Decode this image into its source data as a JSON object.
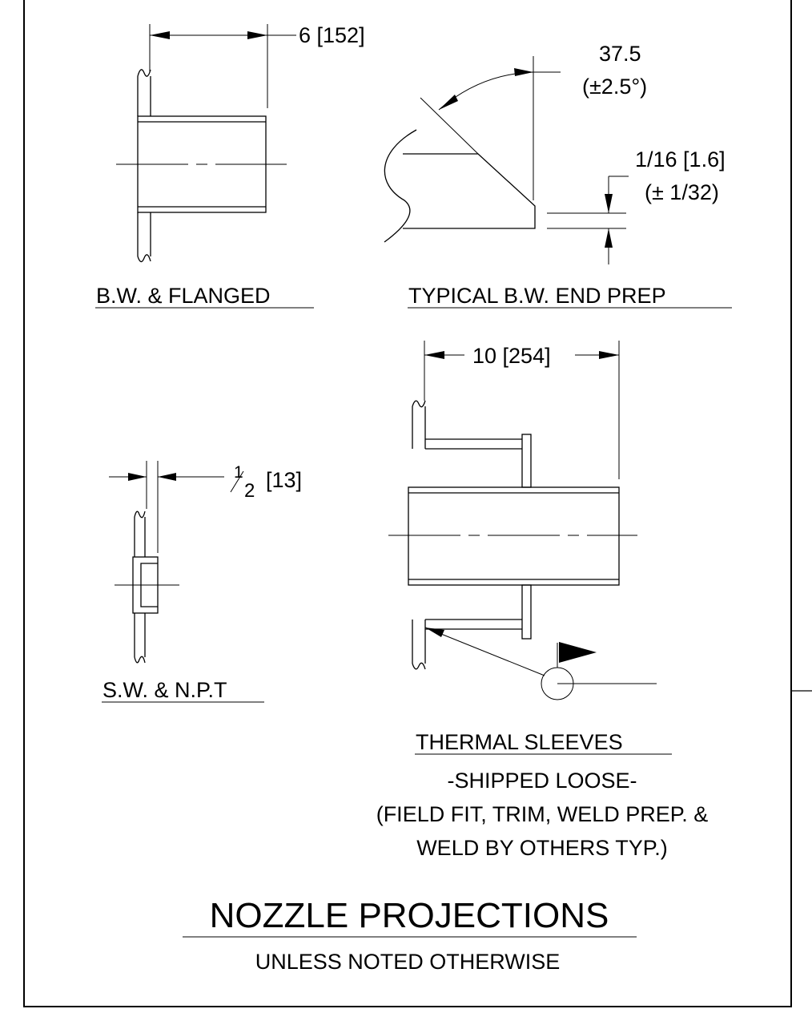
{
  "labels": {
    "bw_flanged": "B.W. & FLANGED",
    "typical_end_prep": "TYPICAL B.W. END PREP",
    "sw_npt": "S.W. & N.P.T",
    "thermal_sleeves": "THERMAL SLEEVES",
    "shipped_loose": "-SHIPPED LOOSE-",
    "field_note_line1": "(FIELD FIT, TRIM, WELD PREP. &",
    "field_note_line2": "WELD BY OTHERS TYP.)"
  },
  "dimensions": {
    "bw_projection": "6 [152]",
    "bevel_angle": "37.5",
    "bevel_tolerance": "(±2.5°)",
    "land": "1/16 [1.6]",
    "land_tolerance": "(± 1/32)",
    "thermal_projection": "10 [254]",
    "sw_num": "1",
    "sw_den": "2",
    "sw_mm": "[13]"
  },
  "title": {
    "main": "NOZZLE PROJECTIONS",
    "sub": "UNLESS NOTED OTHERWISE"
  }
}
